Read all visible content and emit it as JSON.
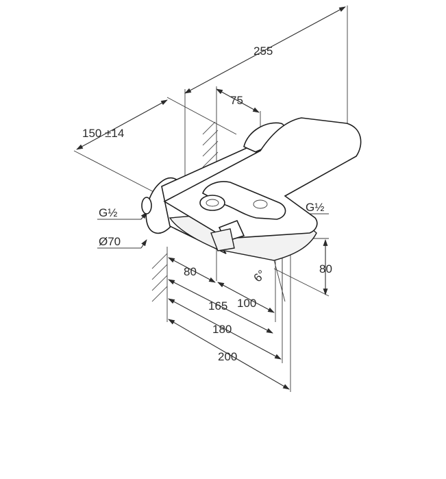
{
  "dimensions": {
    "width_overall": "255",
    "wall_offset": "150 ±14",
    "spout_offset": "75",
    "thread_left": "G½",
    "thread_right": "G½",
    "rosette_diameter": "Ø70",
    "height": "80",
    "depth_80": "80",
    "depth_100": "100",
    "depth_165": "165",
    "depth_180": "180",
    "depth_200": "200",
    "angle": "6°"
  },
  "colors": {
    "stroke": "#2b2b2b",
    "fill_light": "#f2f2f2"
  }
}
